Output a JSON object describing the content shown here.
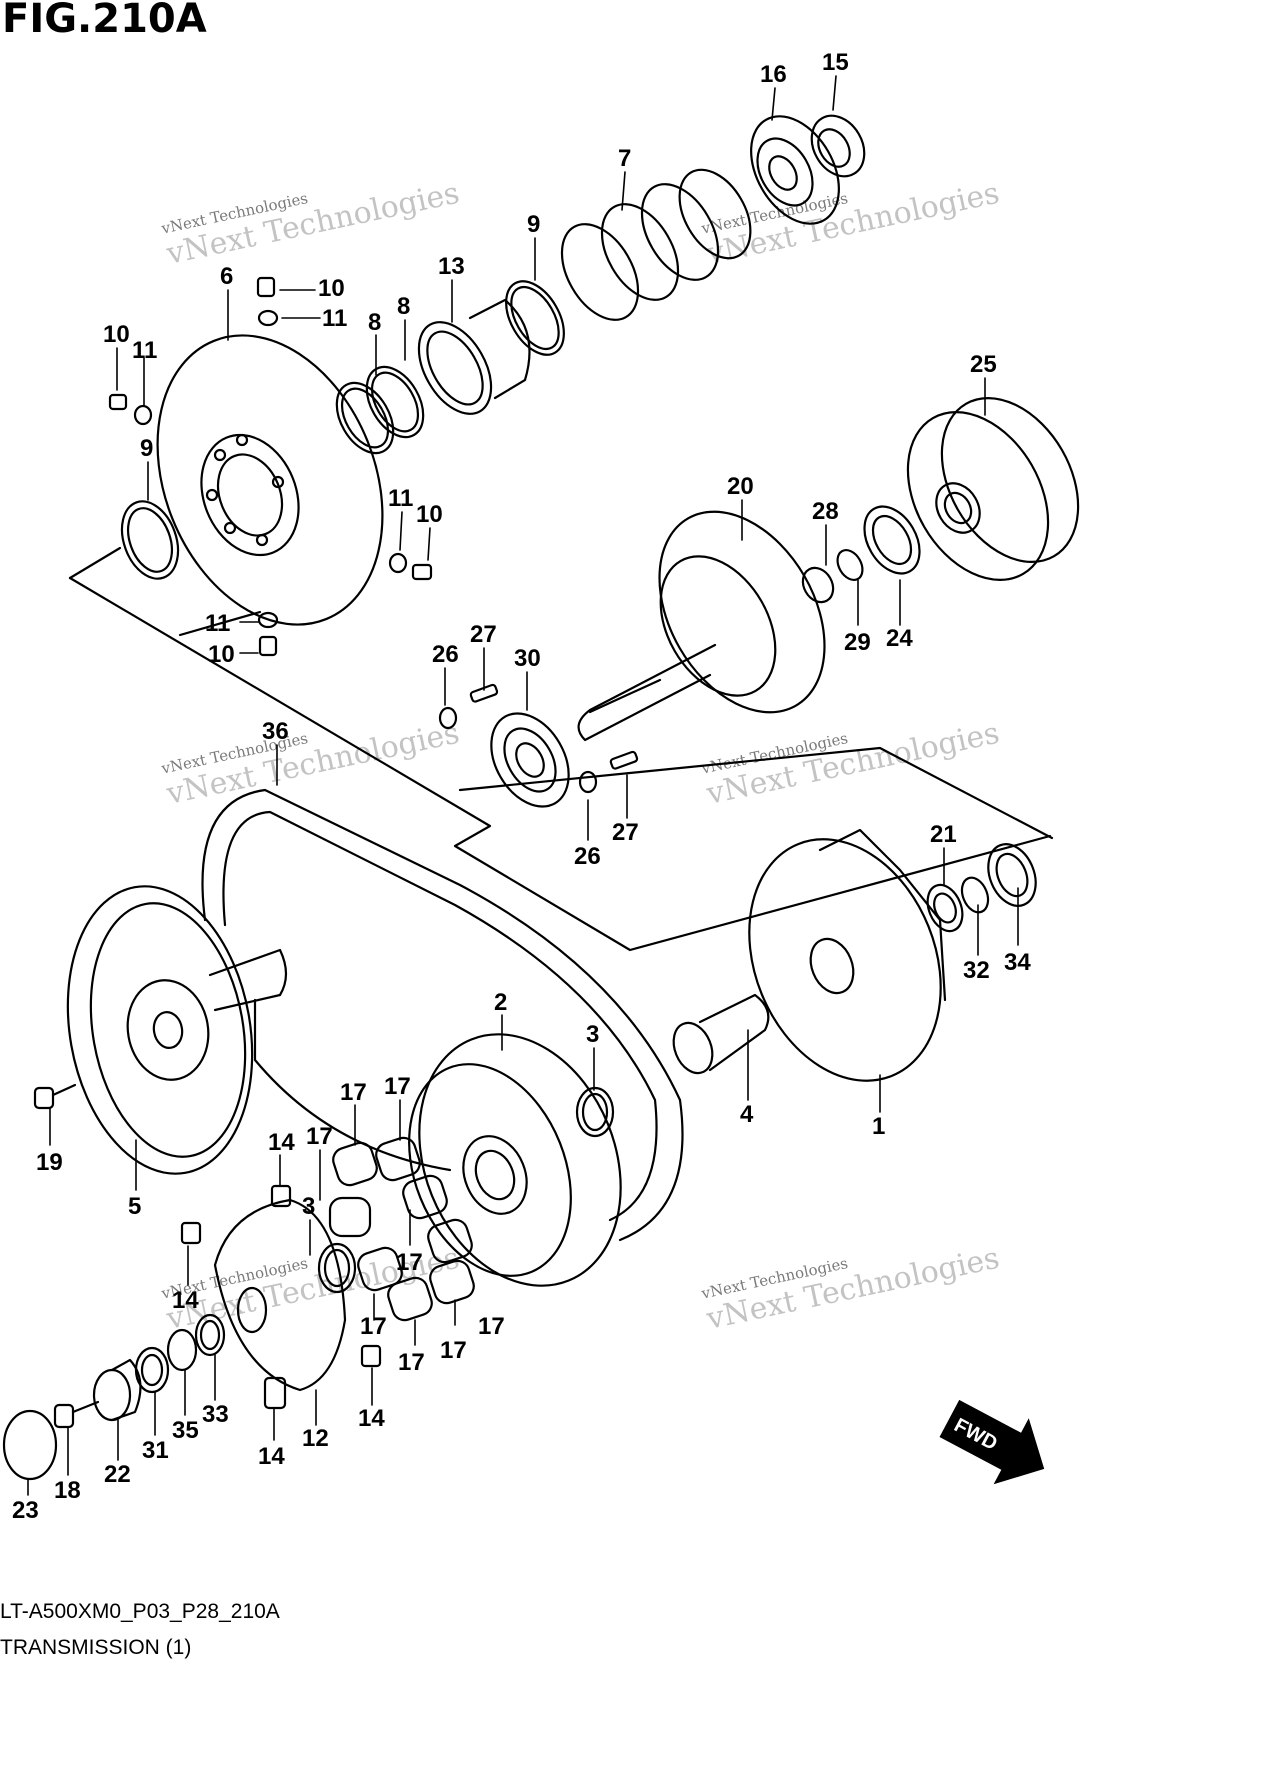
{
  "figure": {
    "title": "FIG.210A",
    "code": "LT-A500XM0_P03_P28_210A",
    "name": "TRANSMISSION (1)",
    "fwd_label": "FWD"
  },
  "watermark": {
    "company": "vNext Technologies",
    "large_text": "vNext Technologies"
  },
  "callouts": [
    {
      "id": "c15",
      "text": "15"
    },
    {
      "id": "c16",
      "text": "16"
    },
    {
      "id": "c7",
      "text": "7"
    },
    {
      "id": "c9a",
      "text": "9"
    },
    {
      "id": "c13",
      "text": "13"
    },
    {
      "id": "c6",
      "text": "6"
    },
    {
      "id": "c10a",
      "text": "10"
    },
    {
      "id": "c11a",
      "text": "11"
    },
    {
      "id": "c8a",
      "text": "8"
    },
    {
      "id": "c8b",
      "text": "8"
    },
    {
      "id": "c10b",
      "text": "10"
    },
    {
      "id": "c11b",
      "text": "11"
    },
    {
      "id": "c9b",
      "text": "9"
    },
    {
      "id": "c11c",
      "text": "11"
    },
    {
      "id": "c10c",
      "text": "10"
    },
    {
      "id": "c11d",
      "text": "11"
    },
    {
      "id": "c10d",
      "text": "10"
    },
    {
      "id": "c25",
      "text": "25"
    },
    {
      "id": "c20",
      "text": "20"
    },
    {
      "id": "c28",
      "text": "28"
    },
    {
      "id": "c29",
      "text": "29"
    },
    {
      "id": "c24",
      "text": "24"
    },
    {
      "id": "c27a",
      "text": "27"
    },
    {
      "id": "c26a",
      "text": "26"
    },
    {
      "id": "c30",
      "text": "30"
    },
    {
      "id": "c36",
      "text": "36"
    },
    {
      "id": "c27b",
      "text": "27"
    },
    {
      "id": "c26b",
      "text": "26"
    },
    {
      "id": "c21",
      "text": "21"
    },
    {
      "id": "c32",
      "text": "32"
    },
    {
      "id": "c34",
      "text": "34"
    },
    {
      "id": "c2",
      "text": "2"
    },
    {
      "id": "c3a",
      "text": "3"
    },
    {
      "id": "c4",
      "text": "4"
    },
    {
      "id": "c1",
      "text": "1"
    },
    {
      "id": "c19",
      "text": "19"
    },
    {
      "id": "c5",
      "text": "5"
    },
    {
      "id": "c17a",
      "text": "17"
    },
    {
      "id": "c17b",
      "text": "17"
    },
    {
      "id": "c17c",
      "text": "17"
    },
    {
      "id": "c14a",
      "text": "14"
    },
    {
      "id": "c3b",
      "text": "3"
    },
    {
      "id": "c17d",
      "text": "17"
    },
    {
      "id": "c17e",
      "text": "17"
    },
    {
      "id": "c17f",
      "text": "17"
    },
    {
      "id": "c17g",
      "text": "17"
    },
    {
      "id": "c17h",
      "text": "17"
    },
    {
      "id": "c14b",
      "text": "14"
    },
    {
      "id": "c14c",
      "text": "14"
    },
    {
      "id": "c14d",
      "text": "14"
    },
    {
      "id": "c12",
      "text": "12"
    },
    {
      "id": "c33",
      "text": "33"
    },
    {
      "id": "c35",
      "text": "35"
    },
    {
      "id": "c31",
      "text": "31"
    },
    {
      "id": "c22",
      "text": "22"
    },
    {
      "id": "c18",
      "text": "18"
    },
    {
      "id": "c23",
      "text": "23"
    }
  ]
}
